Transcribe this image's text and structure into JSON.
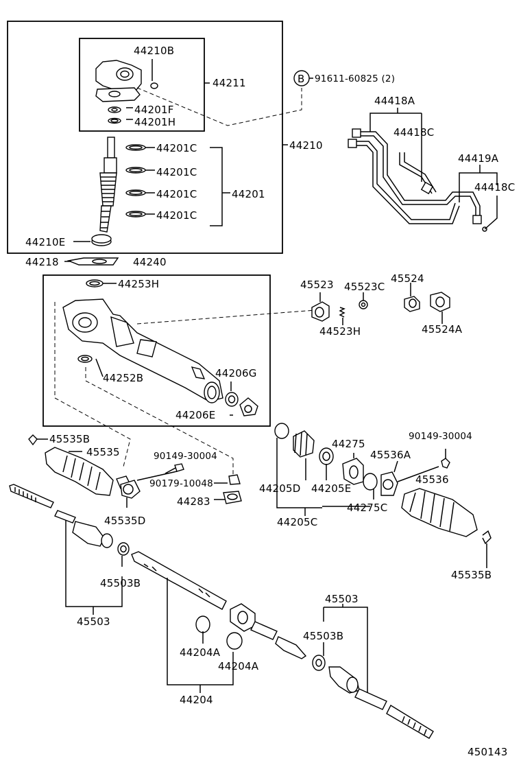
{
  "diagram_code": "450143",
  "bolt_marker": "B",
  "bolt_part": "91611-60825 (2)",
  "labels": {
    "p44210B": "44210B",
    "p44211": "44211",
    "p44201F": "44201F",
    "p44201H": "44201H",
    "p44210": "44210",
    "p44201C_1": "44201C",
    "p44201C_2": "44201C",
    "p44201C_3": "44201C",
    "p44201C_4": "44201C",
    "p44201": "44201",
    "p44210E": "44210E",
    "p44418A": "44418A",
    "p44418C_1": "44418C",
    "p44419A": "44419A",
    "p44418C_2": "44418C",
    "p44218": "44218",
    "p44240": "44240",
    "p44253H": "44253H",
    "p44252B": "44252B",
    "p44206G": "44206G",
    "p44206E": "44206E",
    "p45523": "45523",
    "p45523C": "45523C",
    "p45524": "45524",
    "p44523H": "44523H",
    "p45524A": "45524A",
    "p45535B_1": "45535B",
    "p45535": "45535",
    "p90149_1": "90149-30004",
    "p90179": "90179-10048",
    "p44283": "44283",
    "p45535D": "45535D",
    "p44275": "44275",
    "p90149_2": "90149-30004",
    "p45536A": "45536A",
    "p45536": "45536",
    "p44205D": "44205D",
    "p44205E": "44205E",
    "p44275C": "44275C",
    "p44205C": "44205C",
    "p45535B_2": "45535B",
    "p45503B_1": "45503B",
    "p45503_1": "45503",
    "p45503_2": "45503",
    "p45503B_2": "45503B",
    "p44204A_1": "44204A",
    "p44204A_2": "44204A",
    "p44204": "44204"
  }
}
